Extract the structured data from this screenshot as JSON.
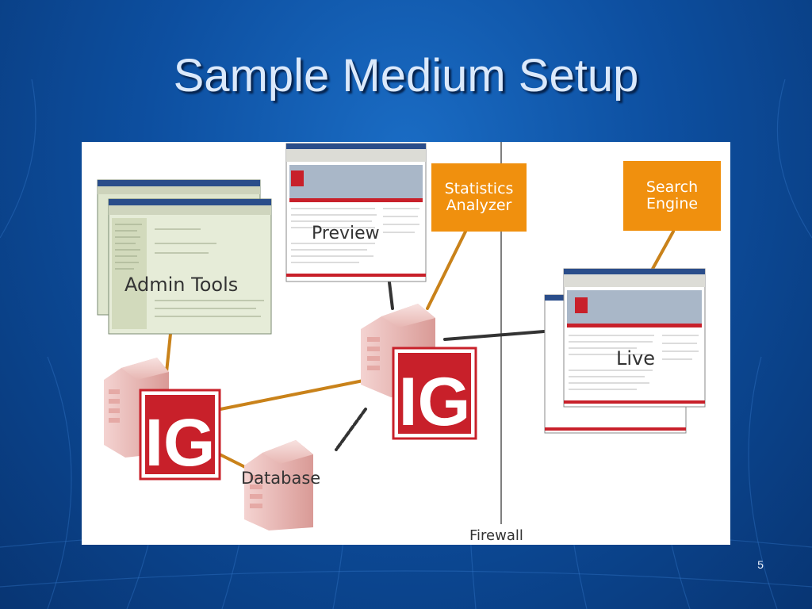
{
  "slide": {
    "title": "Sample Medium Setup",
    "page_number": "5"
  },
  "diagram": {
    "labels": {
      "admin_tools": "Admin Tools",
      "preview": "Preview",
      "statistics_analyzer_line1": "Statistics",
      "statistics_analyzer_line2": "Analyzer",
      "search_engine_line1": "Search",
      "search_engine_line2": "Engine",
      "live": "Live",
      "database": "Database",
      "firewall": "Firewall"
    },
    "logo_text": "IG",
    "colors": {
      "slide_background": "#0d4fa0",
      "orange_box": "#f0900e",
      "logo_red": "#c8202a",
      "server_pink": "#e8b4b0",
      "connector_orange": "#c9821a",
      "connector_dark": "#333333"
    }
  }
}
